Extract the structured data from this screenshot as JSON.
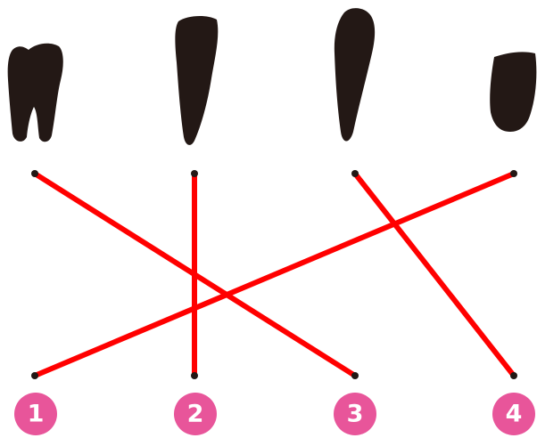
{
  "colors": {
    "tooth": "#231815",
    "line": "#ff0000",
    "badge": "#e8559a",
    "badge_text": "#ffffff"
  },
  "teeth": [
    {
      "id": "molar",
      "kind": "two-root molar"
    },
    {
      "id": "canine",
      "kind": "long single-root tooth"
    },
    {
      "id": "incisor",
      "kind": "long tapered single-root tooth"
    },
    {
      "id": "deciduous",
      "kind": "short crown without root"
    }
  ],
  "numbers": [
    {
      "label": "1"
    },
    {
      "label": "2"
    },
    {
      "label": "3"
    },
    {
      "label": "4"
    }
  ],
  "matches": [
    {
      "tooth": "molar",
      "number": "3"
    },
    {
      "tooth": "canine",
      "number": "2"
    },
    {
      "tooth": "incisor",
      "number": "4"
    },
    {
      "tooth": "deciduous",
      "number": "1"
    }
  ]
}
